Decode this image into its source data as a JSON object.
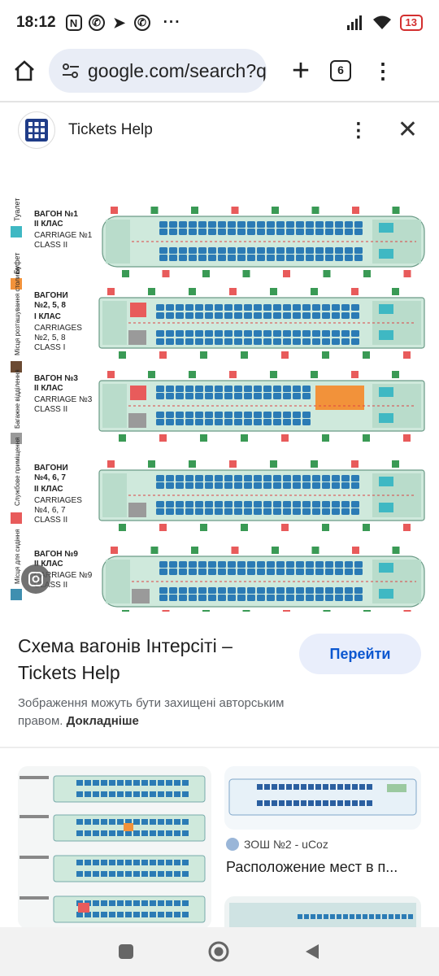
{
  "status": {
    "time": "18:12",
    "notif_icons": [
      "nfc-icon",
      "viber-icon",
      "telegram-icon",
      "viber-icon"
    ],
    "dots": "···",
    "battery": "13"
  },
  "browser": {
    "url": "google.com/search?q",
    "tab_count": "6"
  },
  "panel": {
    "site_name": "Tickets Help"
  },
  "scheme": {
    "legend": {
      "toilet": "Туалет",
      "buffet": "Буфет",
      "tables": "Місця розташування столиків",
      "luggage": "Багажне відділення",
      "service": "Службове приміщення",
      "disabled": "Місця для сидіння"
    },
    "wagons": [
      {
        "ua": "ВАГОН №1",
        "ua_class": "II КЛАС",
        "en": "CARRIAGE №1",
        "en_class": "CLASS II"
      },
      {
        "ua": "ВАГОНИ №2, 5, 8",
        "ua_class": "I КЛАС",
        "en": "CARRIAGES №2, 5, 8",
        "en_class": "CLASS I"
      },
      {
        "ua": "ВАГОН №3",
        "ua_class": "II КЛАС",
        "en": "CARRIAGE №3",
        "en_class": "CLASS II"
      },
      {
        "ua": "ВАГОНИ №4, 6, 7",
        "ua_class": "II КЛАС",
        "en": "CARRIAGES №4, 6, 7",
        "en_class": "CLASS II"
      },
      {
        "ua": "ВАГОН №9",
        "ua_class": "II КЛАС",
        "en": "CARRIAGE №9",
        "en_class": "CLASS II"
      }
    ]
  },
  "result": {
    "title": "Схема вагонів Інтерсіті – Tickets Help",
    "visit_label": "Перейти",
    "copyright_text": "Зображення можуть бути захищені авторським правом.",
    "learn_more": "Докладніше"
  },
  "related": {
    "source": "ЗОШ №2 - uCoz",
    "title": "Расположение мест в п..."
  },
  "colors": {
    "accent": "#0b57d0",
    "toilet": "#3fb8c3",
    "buffet": "#f2923a",
    "tables": "#6b4a32",
    "luggage": "#9a9a9a",
    "service": "#e85b5b",
    "seat": "#2b7bb5",
    "wagon": "#cfe9dc"
  }
}
